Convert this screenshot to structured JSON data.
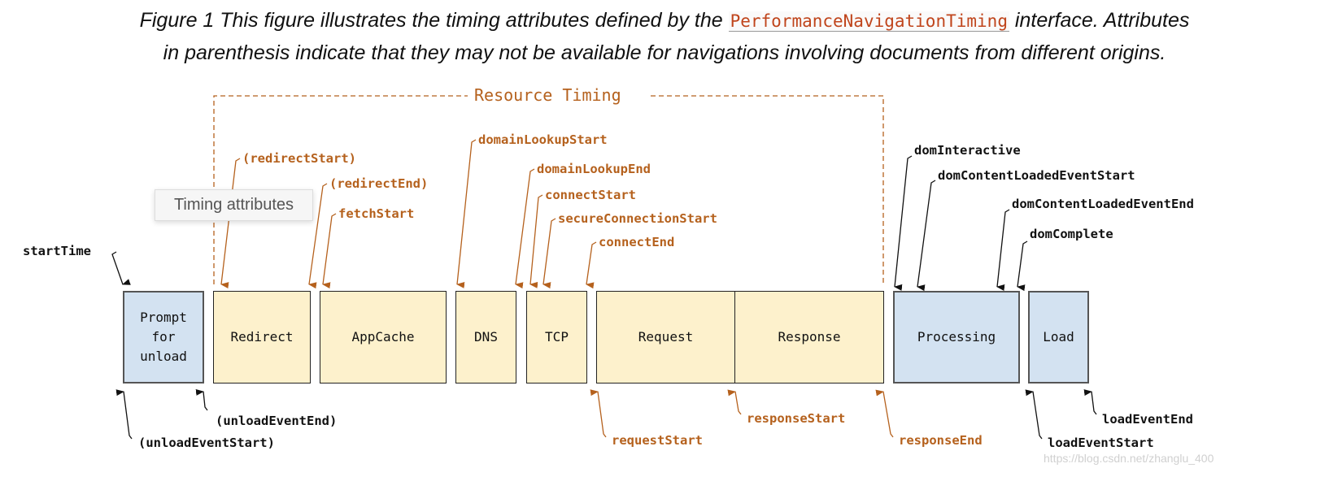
{
  "caption": {
    "line1_before": "Figure 1 This figure illustrates the timing attributes defined by the ",
    "interface": "PerformanceNavigationTiming",
    "line1_after": " interface. Attributes",
    "line2": "in parenthesis indicate that they may not be available for navigations involving documents from different origins."
  },
  "group_label": "Resource Timing",
  "boxes": [
    "Prompt for unload",
    "Redirect",
    "AppCache",
    "DNS",
    "TCP",
    "Request",
    "Response",
    "Processing",
    "Load"
  ],
  "top_labels": [
    "(redirectStart)",
    "(redirectEnd)",
    "fetchStart",
    "domainLookupStart",
    "domainLookupEnd",
    "connectStart",
    "secureConnectionStart",
    "connectEnd",
    "startTime",
    "domInteractive",
    "domContentLoadedEventStart",
    "domContentLoadedEventEnd",
    "domComplete"
  ],
  "bottom_labels": [
    "(unloadEventEnd)",
    "(unloadEventStart)",
    "requestStart",
    "responseStart",
    "responseEnd",
    "loadEventStart",
    "loadEventEnd"
  ],
  "tooltip": "Timing attributes",
  "watermark": "https://blog.csdn.net/zhanglu_400",
  "colors": {
    "resource": "#b5611d",
    "navigation": "#111111",
    "yellow_box": "#fdf1cc",
    "blue_box": "#d3e2f1"
  }
}
